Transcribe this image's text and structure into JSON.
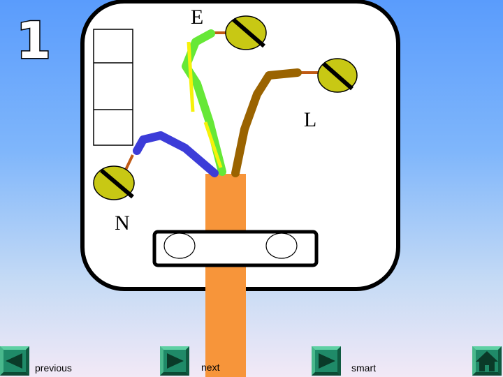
{
  "slide": {
    "number": "1"
  },
  "plug": {
    "earth_label": "E",
    "live_label": "L",
    "neutral_label": "N"
  },
  "colors": {
    "background_top": "#5a9cfc",
    "background_bottom": "#f2e9f6",
    "cable_sheath": "#f7953a",
    "earth_wire": "#66e837",
    "earth_stripe": "#f6f20a",
    "live_wire": "#9a6300",
    "neutral_wire": "#3c3cd8",
    "terminal_brass": "#c8c814",
    "nav_button": "#1f8a68"
  },
  "nav": {
    "previous_label": "previous",
    "next_label": "next",
    "smart_label": "smart",
    "home_icon": "home-icon"
  }
}
